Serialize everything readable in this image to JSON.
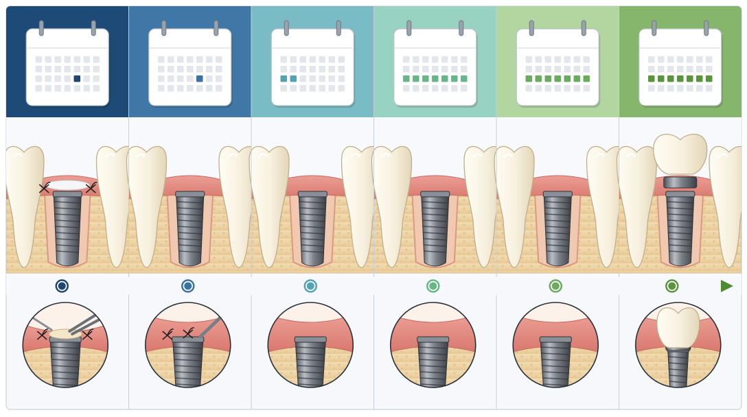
{
  "timeline": {
    "header_colors": [
      "#1d4a76",
      "#3f77a6",
      "#79bcc6",
      "#98d2c0",
      "#b1d69f",
      "#86b56c"
    ],
    "marker_colors": [
      "#1d4770",
      "#3a72a3",
      "#52a4b2",
      "#66b787",
      "#6bab60",
      "#5b943e"
    ],
    "arrow_color": "#4e8a32",
    "stages": [
      {
        "highlighted_days": [
          18
        ],
        "implant_covered": true,
        "sutures": true,
        "crown": false,
        "detail_instrument": "forceps"
      },
      {
        "highlighted_days": [
          18
        ],
        "implant_covered": false,
        "sutures": false,
        "crown": false,
        "detail_instrument": "scalpel"
      },
      {
        "highlighted_days": [
          14,
          15
        ],
        "implant_covered": false,
        "sutures": false,
        "crown": false,
        "detail_instrument": "none"
      },
      {
        "highlighted_days": [
          14,
          15,
          16,
          17,
          18,
          19,
          20
        ],
        "implant_covered": false,
        "sutures": false,
        "crown": false,
        "detail_instrument": "none"
      },
      {
        "highlighted_days": [
          14,
          15,
          16,
          17,
          18,
          19,
          20
        ],
        "implant_covered": false,
        "sutures": false,
        "crown": false,
        "detail_instrument": "none"
      },
      {
        "highlighted_days": [
          14,
          15,
          16,
          17,
          18,
          19,
          20
        ],
        "implant_covered": false,
        "sutures": false,
        "crown": true,
        "detail_instrument": "none"
      }
    ]
  }
}
